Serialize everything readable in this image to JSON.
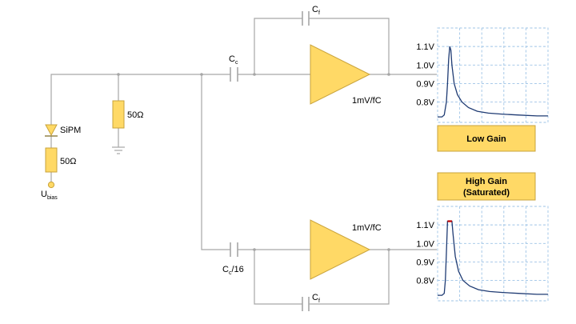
{
  "labels": {
    "sipm": "SiPM",
    "r_series": "50Ω",
    "r_shunt": "50Ω",
    "ubias_main": "U",
    "ubias_sub": "bias",
    "cc_top_main": "C",
    "cc_top_sub": "c",
    "cf_top_main": "C",
    "cf_top_sub": "f",
    "cc_bot_main": "C",
    "cc_bot_sub": "c",
    "cc_bot_suffix": "/16",
    "cf_bot_main": "C",
    "cf_bot_sub": "f",
    "gain_top": "1mV/fC",
    "gain_bot": "1mV/fC",
    "low_gain_box": "Low Gain",
    "high_gain_box_line1": "High Gain",
    "high_gain_box_line2": "(Saturated)"
  },
  "colors": {
    "component_fill": "#ffd966",
    "wire": "#a6a6a6",
    "grid": "#9dc3e6",
    "trace": "#1f3b73",
    "saturation_mark": "#c00000"
  },
  "chart_data": [
    {
      "type": "line",
      "name": "low-gain-scope",
      "ytick_labels": [
        "1.1V",
        "1.0V",
        "0.9V",
        "0.8V"
      ],
      "yticks": [
        1.1,
        1.0,
        0.9,
        0.8
      ],
      "ylim": [
        0.69,
        1.2
      ],
      "x": [
        0,
        4,
        6,
        8,
        9,
        10,
        11,
        12,
        13,
        15,
        18,
        22,
        28,
        36,
        46,
        58,
        72,
        90,
        100
      ],
      "values": [
        0.72,
        0.72,
        0.73,
        0.8,
        0.9,
        1.03,
        1.1,
        1.08,
        1.0,
        0.9,
        0.84,
        0.8,
        0.77,
        0.75,
        0.74,
        0.735,
        0.73,
        0.725,
        0.725
      ],
      "grid": true
    },
    {
      "type": "line",
      "name": "high-gain-scope",
      "ytick_labels": [
        "1.1V",
        "1.0V",
        "0.9V",
        "0.8V"
      ],
      "yticks": [
        1.1,
        1.0,
        0.9,
        0.8
      ],
      "ylim": [
        0.69,
        1.2
      ],
      "x": [
        0,
        4,
        6,
        7,
        8,
        9,
        10,
        11,
        12,
        13,
        14,
        16,
        19,
        23,
        29,
        37,
        47,
        59,
        73,
        90,
        100
      ],
      "values": [
        0.72,
        0.72,
        0.73,
        0.8,
        0.95,
        1.12,
        1.12,
        1.12,
        1.12,
        1.12,
        1.05,
        0.93,
        0.85,
        0.8,
        0.77,
        0.75,
        0.74,
        0.735,
        0.73,
        0.725,
        0.725
      ],
      "saturation_level": 1.12,
      "grid": true
    }
  ]
}
